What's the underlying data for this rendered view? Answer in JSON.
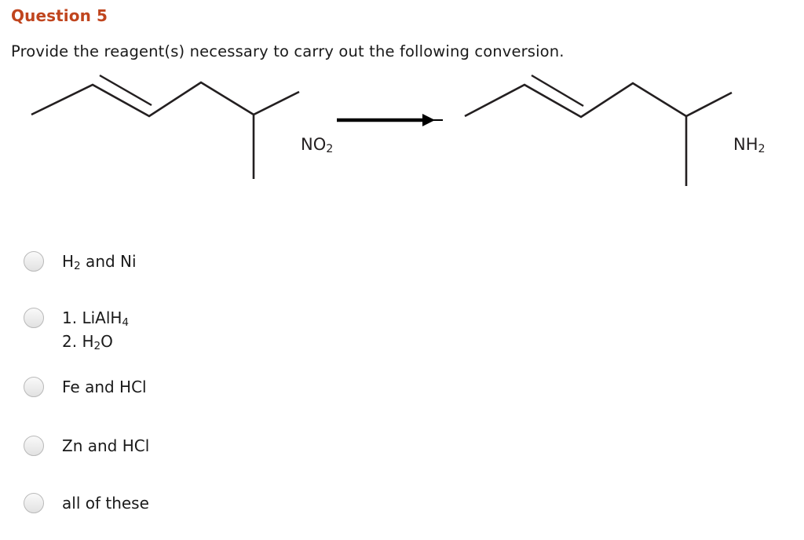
{
  "question": {
    "title": "Question 5",
    "title_color": "#c0451e",
    "prompt": "Provide the reagent(s) necessary to carry out the following conversion."
  },
  "reaction": {
    "reactant_label": "NO2",
    "reactant_label_html": "NO<sub>2</sub>",
    "product_label": "NH2",
    "product_label_html": "NH<sub>2</sub>",
    "arrow_name": "reaction-arrow",
    "bond_color": "#231f20"
  },
  "options": [
    {
      "id": "option-h2-ni",
      "lines": [
        "H2 and Ni"
      ],
      "lines_html": [
        "H<sub>2</sub> and Ni"
      ],
      "selected": false
    },
    {
      "id": "option-lialh4",
      "lines": [
        "1. LiAlH4",
        "2. H2O"
      ],
      "lines_html": [
        "1. LiAlH<sub>4</sub>",
        "2. H<sub>2</sub>O"
      ],
      "selected": false
    },
    {
      "id": "option-fe-hcl",
      "lines": [
        "Fe and HCl"
      ],
      "lines_html": [
        "Fe and HCl"
      ],
      "selected": false
    },
    {
      "id": "option-zn-hcl",
      "lines": [
        "Zn and HCl"
      ],
      "lines_html": [
        "Zn and HCl"
      ],
      "selected": false
    },
    {
      "id": "option-all-of-these",
      "lines": [
        "all of these"
      ],
      "lines_html": [
        "all of these"
      ],
      "selected": false
    }
  ]
}
